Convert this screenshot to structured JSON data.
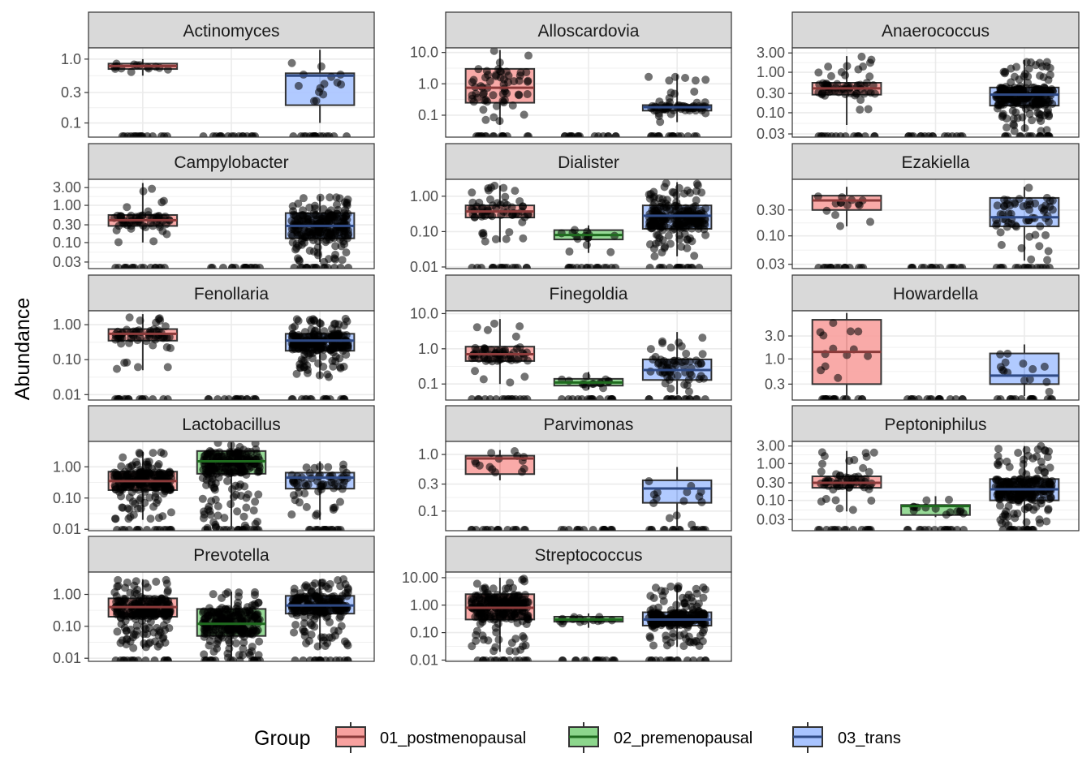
{
  "chart_data": {
    "type": "boxplot",
    "ylabel": "Abundance",
    "y_scale": "log10",
    "grid": true,
    "legend": {
      "title": "Group",
      "position": "bottom",
      "entries": [
        "01_postmenopausal",
        "02_premenopausal",
        "03_trans"
      ],
      "colors": [
        "#F8A19F",
        "#8CD68C",
        "#A9C4FF"
      ],
      "line_colors": [
        "#8B3A3A",
        "#1E6B1E",
        "#2F4A85"
      ]
    },
    "groups": [
      "01_postmenopausal",
      "02_premenopausal",
      "03_trans"
    ],
    "panels": [
      {
        "title": "Actinomyces",
        "ylim": [
          0.06,
          1.5
        ],
        "ticks": [
          1.0,
          0.3,
          0.1
        ],
        "tick_labels": [
          "1.0",
          "0.3",
          "0.1"
        ],
        "boxes": [
          {
            "q1": 0.7,
            "median": 0.78,
            "q3": 0.85,
            "lower": 0.55,
            "upper": 1.0,
            "density": "low"
          },
          null,
          {
            "q1": 0.19,
            "median": 0.55,
            "q3": 0.6,
            "lower": 0.1,
            "upper": 1.4,
            "density": "low"
          }
        ]
      },
      {
        "title": "Alloscardovia",
        "ylim": [
          0.02,
          14
        ],
        "ticks": [
          10.0,
          1.0,
          0.1
        ],
        "tick_labels": [
          "10.0",
          "1.0",
          "0.1"
        ],
        "boxes": [
          {
            "q1": 0.25,
            "median": 0.75,
            "q3": 3.0,
            "lower": 0.05,
            "upper": 12,
            "density": "med"
          },
          null,
          {
            "q1": 0.14,
            "median": 0.18,
            "q3": 0.21,
            "lower": 0.06,
            "upper": 2.0,
            "density": "med"
          }
        ]
      },
      {
        "title": "Anaerococcus",
        "ylim": [
          0.025,
          4
        ],
        "ticks": [
          3.0,
          1.0,
          0.3,
          0.1,
          0.03
        ],
        "tick_labels": [
          "3.00",
          "1.00",
          "0.30",
          "0.10",
          "0.03"
        ],
        "boxes": [
          {
            "q1": 0.28,
            "median": 0.4,
            "q3": 0.55,
            "lower": 0.05,
            "upper": 2.5,
            "density": "med"
          },
          null,
          {
            "q1": 0.15,
            "median": 0.28,
            "q3": 0.42,
            "lower": 0.035,
            "upper": 2.0,
            "density": "high"
          }
        ]
      },
      {
        "title": "Campylobacter",
        "ylim": [
          0.02,
          5
        ],
        "ticks": [
          3.0,
          1.0,
          0.3,
          0.1,
          0.03
        ],
        "tick_labels": [
          "3.00",
          "1.00",
          "0.30",
          "0.10",
          "0.03"
        ],
        "boxes": [
          {
            "q1": 0.28,
            "median": 0.4,
            "q3": 0.55,
            "lower": 0.1,
            "upper": 4,
            "density": "med"
          },
          null,
          {
            "q1": 0.13,
            "median": 0.28,
            "q3": 0.62,
            "lower": 0.03,
            "upper": 1.8,
            "density": "high"
          }
        ]
      },
      {
        "title": "Dialister",
        "ylim": [
          0.009,
          3
        ],
        "ticks": [
          1.0,
          0.1,
          0.01
        ],
        "tick_labels": [
          "1.00",
          "0.10",
          "0.01"
        ],
        "boxes": [
          {
            "q1": 0.25,
            "median": 0.37,
            "q3": 0.55,
            "lower": 0.05,
            "upper": 2.0,
            "density": "med"
          },
          {
            "q1": 0.06,
            "median": 0.08,
            "q3": 0.11,
            "lower": 0.025,
            "upper": 0.15,
            "density": "low"
          },
          {
            "q1": 0.12,
            "median": 0.28,
            "q3": 0.55,
            "lower": 0.02,
            "upper": 2.5,
            "density": "high"
          }
        ]
      },
      {
        "title": "Ezakiella",
        "ylim": [
          0.025,
          1.1
        ],
        "ticks": [
          0.3,
          0.1,
          0.03
        ],
        "tick_labels": [
          "0.30",
          "0.10",
          "0.03"
        ],
        "boxes": [
          {
            "q1": 0.3,
            "median": 0.45,
            "q3": 0.55,
            "lower": 0.15,
            "upper": 0.8,
            "density": "low"
          },
          null,
          {
            "q1": 0.15,
            "median": 0.22,
            "q3": 0.5,
            "lower": 0.035,
            "upper": 0.8,
            "density": "med"
          }
        ]
      },
      {
        "title": "Fenollaria",
        "ylim": [
          0.007,
          2.5
        ],
        "ticks": [
          1.0,
          0.1,
          0.01
        ],
        "tick_labels": [
          "1.00",
          "0.10",
          "0.01"
        ],
        "boxes": [
          {
            "q1": 0.35,
            "median": 0.55,
            "q3": 0.75,
            "lower": 0.05,
            "upper": 2.0,
            "density": "med"
          },
          null,
          {
            "q1": 0.18,
            "median": 0.35,
            "q3": 0.55,
            "lower": 0.03,
            "upper": 1.5,
            "density": "high"
          }
        ]
      },
      {
        "title": "Finegoldia",
        "ylim": [
          0.035,
          12
        ],
        "ticks": [
          10.0,
          1.0,
          0.1
        ],
        "tick_labels": [
          "10.0",
          "1.0",
          "0.1"
        ],
        "boxes": [
          {
            "q1": 0.45,
            "median": 0.7,
            "q3": 1.15,
            "lower": 0.1,
            "upper": 7,
            "density": "med"
          },
          {
            "q1": 0.09,
            "median": 0.11,
            "q3": 0.14,
            "lower": 0.07,
            "upper": 0.22,
            "density": "low"
          },
          {
            "q1": 0.13,
            "median": 0.25,
            "q3": 0.5,
            "lower": 0.05,
            "upper": 3,
            "density": "med"
          }
        ]
      },
      {
        "title": "Howardella",
        "ylim": [
          0.14,
          10
        ],
        "ticks": [
          3.0,
          1.0,
          0.3
        ],
        "tick_labels": [
          "3.0",
          "1.0",
          "0.3"
        ],
        "boxes": [
          {
            "q1": 0.3,
            "median": 1.4,
            "q3": 6.5,
            "lower": 0.14,
            "upper": 9,
            "density": "low"
          },
          null,
          {
            "q1": 0.3,
            "median": 0.45,
            "q3": 1.3,
            "lower": 0.17,
            "upper": 2.0,
            "density": "low"
          }
        ]
      },
      {
        "title": "Lactobacillus",
        "ylim": [
          0.009,
          6.5
        ],
        "ticks": [
          1.0,
          0.1,
          0.01
        ],
        "tick_labels": [
          "1.00",
          "0.10",
          "0.01"
        ],
        "boxes": [
          {
            "q1": 0.18,
            "median": 0.35,
            "q3": 0.7,
            "lower": 0.02,
            "upper": 3,
            "density": "high"
          },
          {
            "q1": 0.6,
            "median": 1.5,
            "q3": 3.2,
            "lower": 0.01,
            "upper": 6,
            "density": "high"
          },
          {
            "q1": 0.2,
            "median": 0.45,
            "q3": 0.65,
            "lower": 0.02,
            "upper": 1.5,
            "density": "med"
          }
        ]
      },
      {
        "title": "Parvimonas",
        "ylim": [
          0.045,
          1.7
        ],
        "ticks": [
          1.0,
          0.3,
          0.1
        ],
        "tick_labels": [
          "1.0",
          "0.3",
          "0.1"
        ],
        "boxes": [
          {
            "q1": 0.45,
            "median": 0.85,
            "q3": 0.95,
            "lower": 0.35,
            "upper": 1.2,
            "density": "low"
          },
          null,
          {
            "q1": 0.14,
            "median": 0.25,
            "q3": 0.35,
            "lower": 0.05,
            "upper": 0.6,
            "density": "low"
          }
        ]
      },
      {
        "title": "Peptoniphilus",
        "ylim": [
          0.015,
          4
        ],
        "ticks": [
          3.0,
          1.0,
          0.3,
          0.1,
          0.03
        ],
        "tick_labels": [
          "3.00",
          "1.00",
          "0.30",
          "0.10",
          "0.03"
        ],
        "boxes": [
          {
            "q1": 0.22,
            "median": 0.3,
            "q3": 0.45,
            "lower": 0.05,
            "upper": 2.2,
            "density": "med"
          },
          {
            "q1": 0.04,
            "median": 0.07,
            "q3": 0.075,
            "lower": 0.035,
            "upper": 0.13,
            "density": "low"
          },
          {
            "q1": 0.1,
            "median": 0.2,
            "q3": 0.38,
            "lower": 0.02,
            "upper": 3,
            "density": "high"
          }
        ]
      },
      {
        "title": "Prevotella",
        "ylim": [
          0.008,
          5
        ],
        "ticks": [
          1.0,
          0.1,
          0.01
        ],
        "tick_labels": [
          "1.00",
          "0.10",
          "0.01"
        ],
        "boxes": [
          {
            "q1": 0.2,
            "median": 0.4,
            "q3": 0.75,
            "lower": 0.02,
            "upper": 3,
            "density": "high"
          },
          {
            "q1": 0.05,
            "median": 0.12,
            "q3": 0.35,
            "lower": 0.01,
            "upper": 1.2,
            "density": "high"
          },
          {
            "q1": 0.25,
            "median": 0.45,
            "q3": 0.9,
            "lower": 0.02,
            "upper": 3,
            "density": "high"
          }
        ]
      },
      {
        "title": "Streptococcus",
        "ylim": [
          0.009,
          16
        ],
        "ticks": [
          10.0,
          1.0,
          0.1,
          0.01
        ],
        "tick_labels": [
          "10.00",
          "1.00",
          "0.10",
          "0.01"
        ],
        "boxes": [
          {
            "q1": 0.3,
            "median": 0.8,
            "q3": 2.5,
            "lower": 0.02,
            "upper": 10,
            "density": "high"
          },
          {
            "q1": 0.25,
            "median": 0.3,
            "q3": 0.38,
            "lower": 0.15,
            "upper": 0.5,
            "density": "low"
          },
          {
            "q1": 0.18,
            "median": 0.3,
            "q3": 0.55,
            "lower": 0.03,
            "upper": 5,
            "density": "high"
          }
        ]
      }
    ]
  }
}
